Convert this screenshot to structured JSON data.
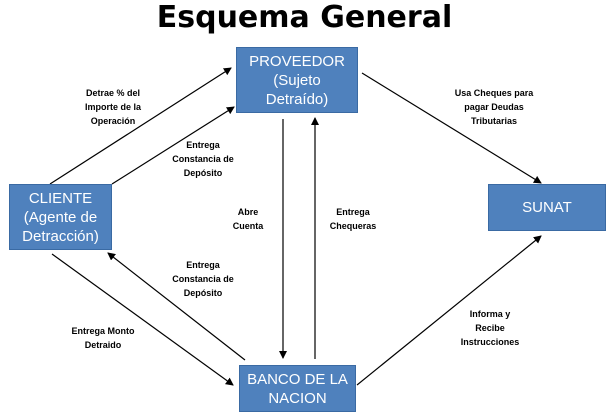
{
  "title": "Esquema General",
  "nodes": {
    "proveedor": [
      "PROVEEDOR",
      "(Sujeto",
      "Detraído)"
    ],
    "cliente": [
      "CLIENTE",
      "(Agente de",
      "Detracción)"
    ],
    "sunat": [
      "SUNAT"
    ],
    "banco": [
      "BANCO DE LA",
      "NACION"
    ]
  },
  "edges": {
    "detrae": [
      "Detrae % del",
      "Importe de la",
      "Operación"
    ],
    "constancia_top": [
      "Entrega",
      "Constancia de",
      "Depósito"
    ],
    "abre_cuenta": [
      "Abre",
      "Cuenta"
    ],
    "chequeras": [
      "Entrega",
      "Chequeras"
    ],
    "usa_cheques": [
      "Usa Cheques para",
      "pagar Deudas",
      "Tributarias"
    ],
    "constancia_mid": [
      "Entrega",
      "Constancia de",
      "Depósito"
    ],
    "monto": [
      "Entrega Monto",
      "Detraido"
    ],
    "informa": [
      "Informa y",
      "Recibe",
      "Instrucciones"
    ]
  },
  "colors": {
    "node_fill": "#4f81bd",
    "node_border": "#3a6aa3",
    "node_text": "#ffffff",
    "arrow": "#000000"
  }
}
